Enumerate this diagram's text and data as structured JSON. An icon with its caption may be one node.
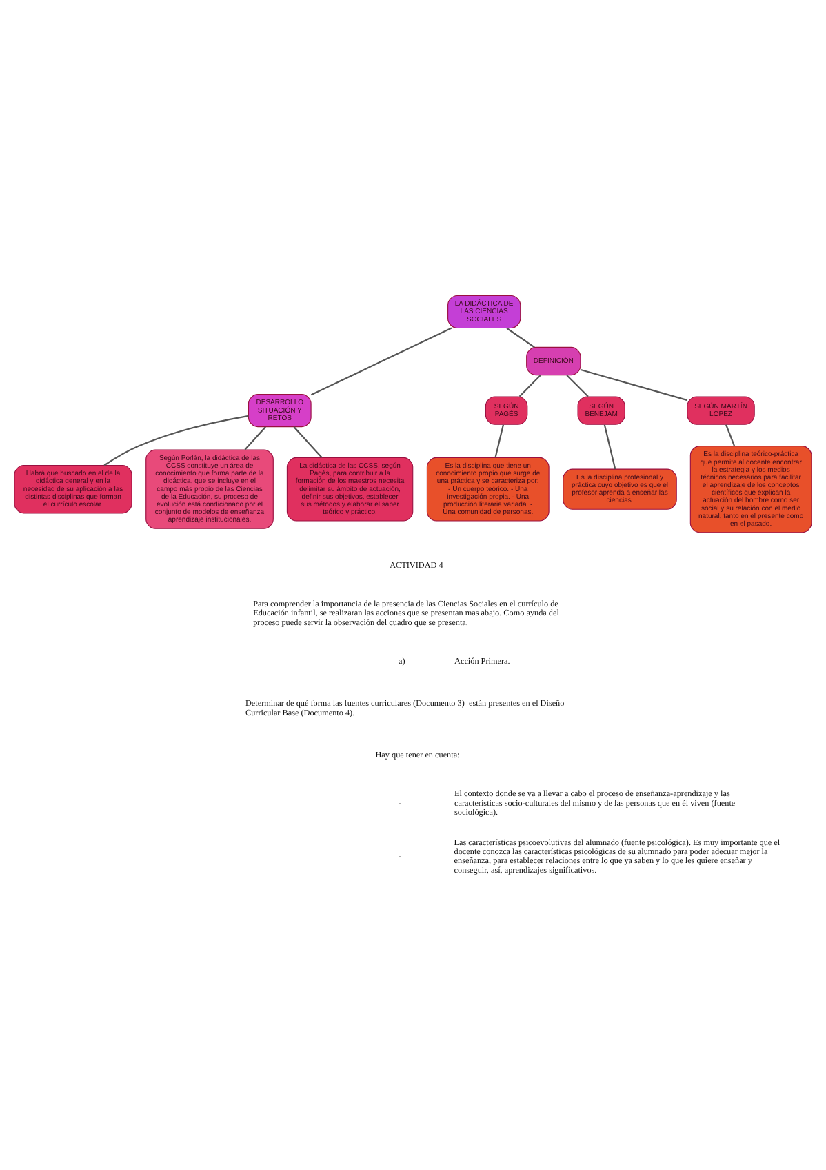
{
  "diagram": {
    "nodes": [
      {
        "text": [
          "LA DIDÁCTICA DE LAS CIENCIAS SOCIALES"
        ]
      },
      {
        "text": [
          "Habrá que buscarlo en el de la didáctica general y en la necesidad de su aplicación a las distintas disciplinas que forman el currículo escolar."
        ]
      },
      {
        "text": [
          "DESARROLLO SITUACIÓN Y RETOS"
        ]
      },
      {
        "text": [
          "DEFINICIÓN"
        ]
      },
      {
        "text": [
          "SEGÚN PAGÈS"
        ]
      },
      {
        "text": [
          "SEGÚN BENEJAM"
        ]
      },
      {
        "text": [
          "SEGÚN MARTÍN LÓPEZ"
        ]
      },
      {
        "text": [
          "Según Porlán, la didáctica de las CCSS constituye un área de conocimiento que forma parte de la didáctica, que se incluye en el campo más propio de las Ciencias de la Educación, su proceso de evolución está condicionado por el conjunto de modelos de enseñanza aprendizaje institucionales."
        ]
      },
      {
        "text": [
          "La didáctica de las CCSS, según Pagès, para contribuir a la formación de los maestros necesita delimitar su ámbito de actuación, definir sus objetivos, establecer sus métodos y elaborar el saber teórico y práctico."
        ]
      },
      {
        "text": [
          "Es la disciplina que tiene un conocimiento propio que surge de una práctica y se caracteriza por: - Un cuerpo teórico. - Una investigación propia. - Una producción literaria variada. - Una comunidad de personas."
        ]
      },
      {
        "text": [
          "Es la disciplina profesional y práctica cuyo objetivo es que el profesor aprenda a enseñar las ciencias."
        ]
      },
      {
        "text": [
          "Es la disciplina teórico-práctica que permite al docente encontrar la estrategia y los medios técnicos necesarios para facilitar el aprendizaje de los conceptos científicos que explican la actuación del hombre como ser social y su relación con el medio natural, tanto en el presente como en el pasado."
        ]
      }
    ],
    "edges": [
      {
        "from": 0,
        "to": 2,
        "arrow": "none"
      },
      {
        "from": 0,
        "to": 3,
        "arrow": "none"
      },
      {
        "from": 2,
        "to": 1,
        "arrow": "none"
      },
      {
        "from": 2,
        "to": 7,
        "arrow": "none"
      },
      {
        "from": 2,
        "to": 8,
        "arrow": "none"
      },
      {
        "from": 3,
        "to": 4,
        "arrow": "none"
      },
      {
        "from": 3,
        "to": 5,
        "arrow": "none"
      },
      {
        "from": 3,
        "to": 6,
        "arrow": "none"
      },
      {
        "from": 4,
        "to": 9,
        "arrow": "none"
      },
      {
        "from": 5,
        "to": 10,
        "arrow": "none"
      },
      {
        "from": 6,
        "to": 11,
        "arrow": "none"
      }
    ],
    "labels": [
      "ACTIVIDAD 4",
      "Para comprender la importancia de la presencia de las Ciencias Sociales en el currículo de Educación infantil, se realizaran las acciones que se presentan mas abajo. Como ayuda del proceso puede servir la observación del cuadro que se presenta.",
      "a)",
      "Acción Primera.",
      "Determinar de qué forma las fuentes curriculares (Documento 3)  están presentes en el Diseño Curricular Base (Documento 4).",
      "Hay que tener en cuenta:",
      "-",
      "El contexto donde se va a llevar a cabo el proceso de enseñanza-aprendizaje y las características socio-culturales del mismo y de las personas que en él viven (fuente sociológica).",
      "-",
      "Las características psicoevolutivas del alumnado (fuente psicológica). Es muy importante que el docente conozca las características psicológicas de su alumnado para poder adecuar mejor la enseñanza, para establecer relaciones entre lo que ya saben y lo que les quiere enseñar y conseguir, así, aprendizajes significativos."
    ]
  }
}
